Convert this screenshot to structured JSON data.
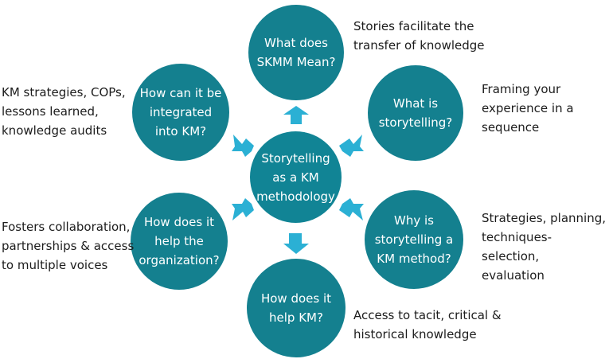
{
  "colors": {
    "circle": "#14808f",
    "center_circle": "#118495",
    "arrow": "#2bb0d4",
    "text_on_circle": "#ffffff",
    "note_text": "#1c1c1c"
  },
  "center": {
    "label": "Storytelling\nas a KM\nmethodology"
  },
  "nodes": {
    "top": {
      "label": "What does\nSKMM Mean?",
      "note": "Stories facilitate the\ntransfer of knowledge"
    },
    "upper_right": {
      "label": "What is\nstorytelling?",
      "note": "Framing your\nexperience in a\nsequence"
    },
    "lower_right": {
      "label": "Why is\nstorytelling a\nKM method?",
      "note": "Strategies, planning,\ntechniques-selection,\nevaluation"
    },
    "bottom": {
      "label": "How does it\nhelp KM?",
      "note": "Access to tacit, critical &\nhistorical knowledge"
    },
    "lower_left": {
      "label": "How does it\nhelp the\norganization?",
      "note": "Fosters collaboration,\npartnerships & access\nto multiple voices"
    },
    "upper_left": {
      "label": "How can it be\nintegrated\ninto KM?",
      "note": "KM strategies, COPs,\nlessons learned,\nknowledge audits"
    }
  }
}
